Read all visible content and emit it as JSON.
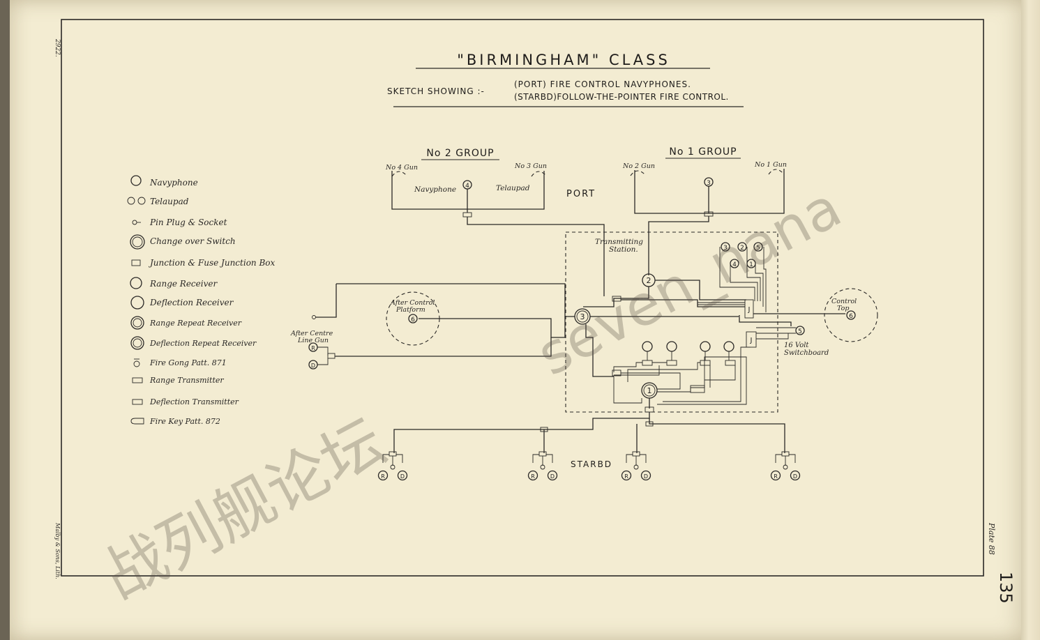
{
  "title": {
    "main": "\"BIRMINGHAM\"   CLASS",
    "sketch_showing": "SKETCH  SHOWING :-",
    "line1": "(PORT) FIRE CONTROL NAVYPHONES.",
    "line2": "(STARBD)FOLLOW-THE-POINTER FIRE CONTROL."
  },
  "groups": {
    "no2": "No 2  GROUP",
    "no1": "No 1  GROUP"
  },
  "labels": {
    "no4_gun": "No 4 Gun",
    "no3_gun": "No 3 Gun",
    "no2_gun": "No 2 Gun",
    "no1_gun": "No 1 Gun",
    "navyphone": "Navyphone",
    "telaupad": "Telaupad",
    "port": "PORT",
    "starbd": "STARBD",
    "transmitting_station": "Transmitting",
    "transmitting_station2": "Station.",
    "after_control": "After Control",
    "after_control2": "Platform",
    "after_centre": "After Centre",
    "after_centre2": "Line Gun",
    "control_top": "Control",
    "control_top2": "Top",
    "switchboard": "16 Volt",
    "switchboard2": "Switchboard"
  },
  "legend": [
    {
      "label": "Navyphone",
      "icon": "navyphone-icon"
    },
    {
      "label": "Telaupad",
      "icon": "telaupad-icon"
    },
    {
      "label": "Pin Plug & Socket",
      "icon": "pin-plug-icon"
    },
    {
      "label": "Change over Switch",
      "icon": "change-over-switch-icon"
    },
    {
      "label": "Junction & Fuse Junction Box",
      "icon": "junction-box-icon"
    },
    {
      "label": "Range Receiver",
      "icon": "range-receiver-icon"
    },
    {
      "label": "Deflection Receiver",
      "icon": "deflection-receiver-icon"
    },
    {
      "label": "Range Repeat Receiver",
      "icon": "range-repeat-receiver-icon"
    },
    {
      "label": "Deflection Repeat Receiver",
      "icon": "deflection-repeat-receiver-icon"
    },
    {
      "label": "Fire Gong Patt. 871",
      "icon": "fire-gong-icon"
    },
    {
      "label": "Range Transmitter",
      "icon": "range-transmitter-icon"
    },
    {
      "label": "Deflection Transmitter",
      "icon": "deflection-transmitter-icon"
    },
    {
      "label": "Fire Key Patt. 872",
      "icon": "fire-key-icon"
    }
  ],
  "nodes": {
    "n1": "1",
    "n2": "2",
    "n3": "3",
    "n4": "4",
    "n5": "5",
    "n6": "6",
    "J": "J",
    "R": "R",
    "D": "D"
  },
  "margin": {
    "top_left_number": "2922.",
    "printer": "Malby & Sons, Lith.",
    "plate": "Plate 88",
    "page_number": "135"
  },
  "watermark": {
    "cn": "战列舰论坛",
    "en": "seven_nana"
  },
  "colors": {
    "paper": "#f3ecd2",
    "ink": "#2a2826"
  }
}
